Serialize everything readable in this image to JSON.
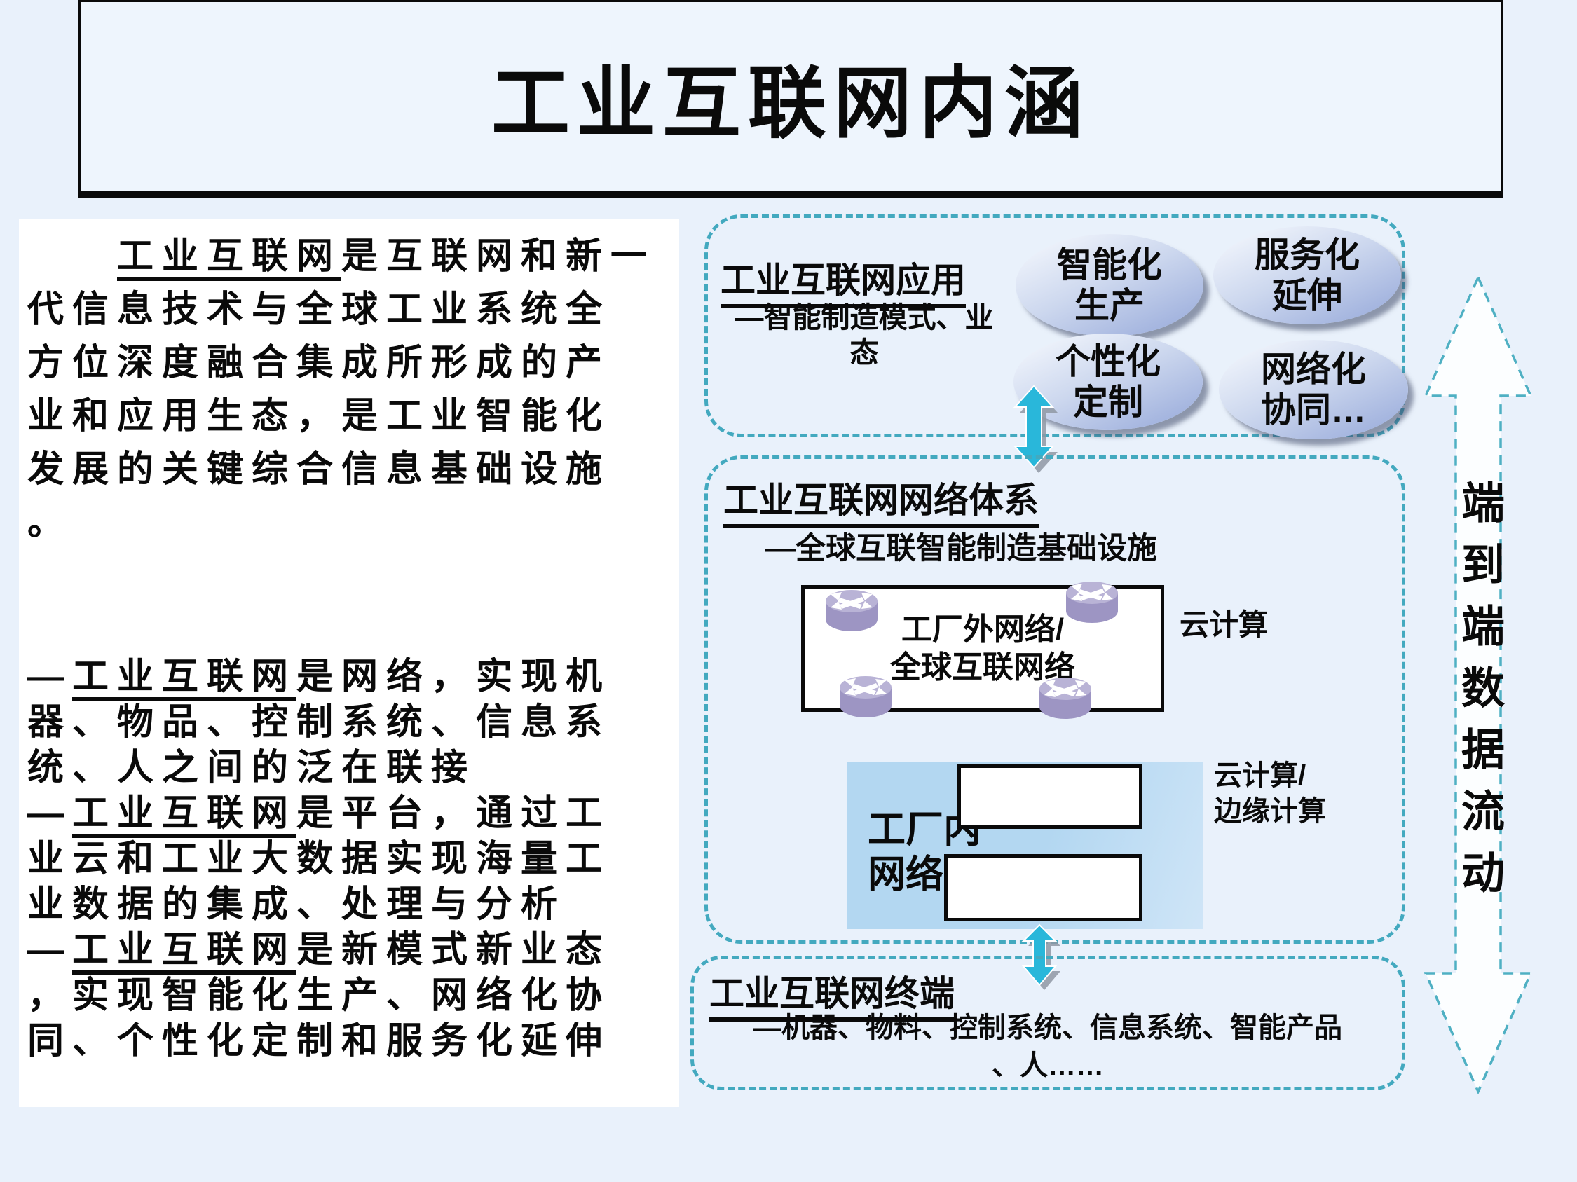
{
  "title": {
    "text": "工业互联网内涵"
  },
  "left_panel": {
    "para1": {
      "indent": "　　",
      "underline": "工业互联网",
      "rest": "是互联网和新一\n代信息技术与全球工业系统全\n方位深度融合集成所形成的产\n业和应用生态，是工业智能化\n发展的关键综合信息基础设施\n。"
    },
    "para2": {
      "dash": "—",
      "underline": "工业互联网",
      "rest": "是网络，实现机\n器、物品、控制系统、信息系\n统、人之间的泛在联接"
    },
    "para3": {
      "dash": "—",
      "underline": "工业互联网",
      "rest": "是平台，通过工\n业云和工业大数据实现海量工\n业数据的集成、处理与分析"
    },
    "para4": {
      "dash": "—",
      "underline": "工业互联网",
      "rest": "是新模式新业态\n，实现智能化生产、网络化协\n同、个性化定制和服务化延伸"
    }
  },
  "app_box": {
    "title": "工业互联网应用",
    "subtitle": "—智能制造模式、业\n态",
    "ellipses": [
      {
        "label": "智能化\n生产"
      },
      {
        "label": "服务化\n延伸"
      },
      {
        "label": "个性化\n定制"
      },
      {
        "label": "网络化\n协同…"
      }
    ]
  },
  "network_box": {
    "title": "工业互联网网络体系",
    "subtitle": "—全球互联智能制造基础设施",
    "outer_net": {
      "label": "工厂外网络/\n全球互联网络"
    },
    "cloud_label": "云计算",
    "inner_net": {
      "label": "工厂内\n网络"
    },
    "cloud_edge_label": "云计算/\n边缘计算"
  },
  "terminal_box": {
    "title": "工业互联网终端",
    "subtitle": "—机器、物料、控制系统、信息系统、智能产品\n、人……"
  },
  "side_arrow": {
    "label": "端到端数据流动"
  },
  "colors": {
    "page_bg": "#e9f1fb",
    "panel_bg": "#ffffff",
    "dash_border": "#43a9bf",
    "flow_arrow": "#29b7da",
    "ellipse_top": "#f1f5fc",
    "ellipse_bottom": "#94a7d9",
    "factory_area": "#b3d7f1",
    "router_body": "#9d95c3",
    "text": "#0a0a0a"
  }
}
